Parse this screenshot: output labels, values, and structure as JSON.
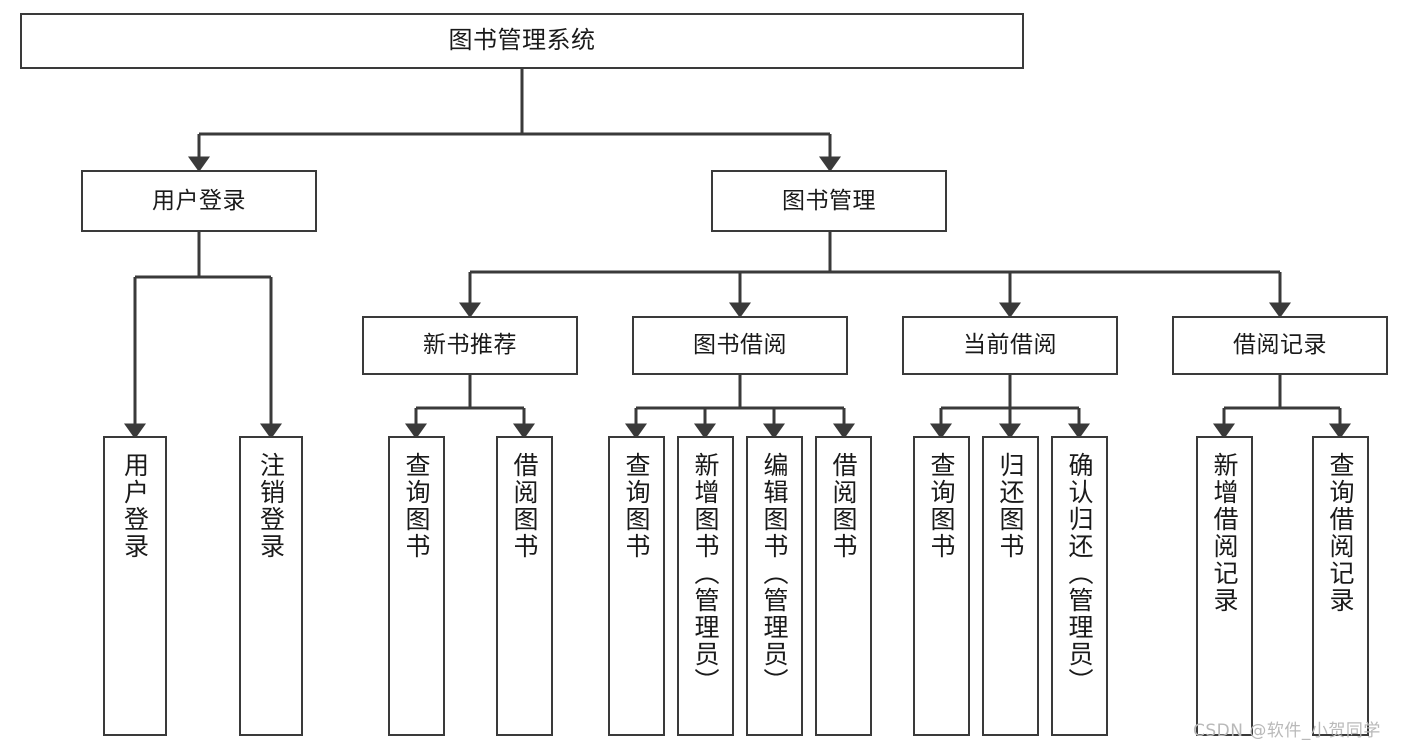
{
  "diagram": {
    "type": "tree",
    "title": "图书管理系统",
    "watermark": "CSDN @软件_小贺同学",
    "colors": {
      "stroke": "#3a3a3a",
      "fill": "#ffffff",
      "text": "#1a1a1a",
      "watermark": "#b9b9b9"
    },
    "nodes": {
      "root": {
        "label": "图书管理系统"
      },
      "level2": [
        {
          "label": "用户登录"
        },
        {
          "label": "图书管理"
        }
      ],
      "level3": [
        {
          "label": "新书推荐"
        },
        {
          "label": "图书借阅"
        },
        {
          "label": "当前借阅"
        },
        {
          "label": "借阅记录"
        }
      ],
      "leaves": {
        "user_login": [
          {
            "label": "用户登录"
          },
          {
            "label": "注销登录"
          }
        ],
        "new_book": [
          {
            "label": "查询图书"
          },
          {
            "label": "借阅图书"
          }
        ],
        "borrow": [
          {
            "label": "查询图书"
          },
          {
            "label": "新增图书（管理员）"
          },
          {
            "label": "编辑图书（管理员）"
          },
          {
            "label": "借阅图书"
          }
        ],
        "current": [
          {
            "label": "查询图书"
          },
          {
            "label": "归还图书"
          },
          {
            "label": "确认归还（管理员）"
          }
        ],
        "records": [
          {
            "label": "新增借阅记录"
          },
          {
            "label": "查询借阅记录"
          }
        ]
      }
    },
    "edges": [
      {
        "from": "图书管理系统",
        "to": "用户登录"
      },
      {
        "from": "图书管理系统",
        "to": "图书管理"
      },
      {
        "from": "用户登录",
        "to": "用户登录"
      },
      {
        "from": "用户登录",
        "to": "注销登录"
      },
      {
        "from": "图书管理",
        "to": "新书推荐"
      },
      {
        "from": "图书管理",
        "to": "图书借阅"
      },
      {
        "from": "图书管理",
        "to": "当前借阅"
      },
      {
        "from": "图书管理",
        "to": "借阅记录"
      },
      {
        "from": "新书推荐",
        "to": "查询图书"
      },
      {
        "from": "新书推荐",
        "to": "借阅图书"
      },
      {
        "from": "图书借阅",
        "to": "查询图书"
      },
      {
        "from": "图书借阅",
        "to": "新增图书（管理员）"
      },
      {
        "from": "图书借阅",
        "to": "编辑图书（管理员）"
      },
      {
        "from": "图书借阅",
        "to": "借阅图书"
      },
      {
        "from": "当前借阅",
        "to": "查询图书"
      },
      {
        "from": "当前借阅",
        "to": "归还图书"
      },
      {
        "from": "当前借阅",
        "to": "确认归还（管理员）"
      },
      {
        "from": "借阅记录",
        "to": "新增借阅记录"
      },
      {
        "from": "借阅记录",
        "to": "查询借阅记录"
      }
    ]
  }
}
